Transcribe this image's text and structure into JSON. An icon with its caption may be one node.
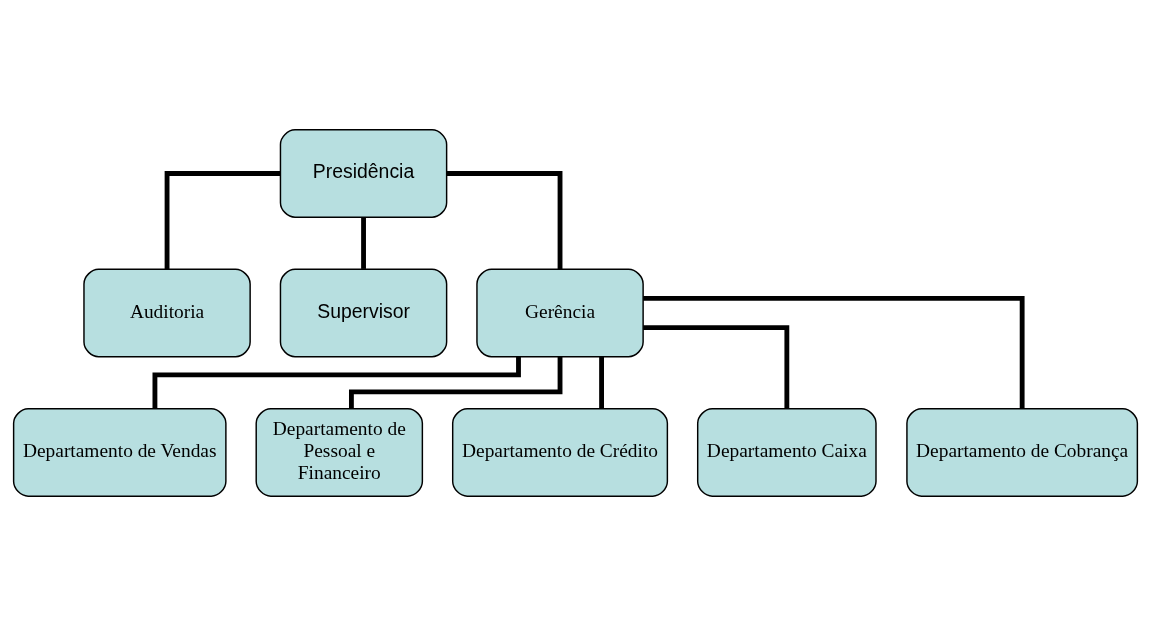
{
  "diagram": {
    "nodes": [
      {
        "text": [
          "Presidência"
        ]
      },
      {
        "text": [
          "Auditoria"
        ]
      },
      {
        "text": [
          "Supervisor"
        ]
      },
      {
        "text": [
          "Gerência"
        ]
      },
      {
        "text": [
          "Departamento de Vendas"
        ]
      },
      {
        "text": [
          "Departamento de Pessoal e Financeiro"
        ]
      },
      {
        "text": [
          "Departamento de Crédito"
        ]
      },
      {
        "text": [
          "Departamento Caixa"
        ]
      },
      {
        "text": [
          "Departamento de Cobrança"
        ]
      }
    ],
    "edges": [
      {
        "from": 0,
        "to": 1,
        "arrow": "none"
      },
      {
        "from": 0,
        "to": 2,
        "arrow": "none"
      },
      {
        "from": 0,
        "to": 3,
        "arrow": "none"
      },
      {
        "from": 3,
        "to": 4,
        "arrow": "none"
      },
      {
        "from": 3,
        "to": 5,
        "arrow": "none"
      },
      {
        "from": 3,
        "to": 6,
        "arrow": "none"
      },
      {
        "from": 3,
        "to": 7,
        "arrow": "none"
      },
      {
        "from": 3,
        "to": 8,
        "arrow": "none"
      }
    ]
  }
}
